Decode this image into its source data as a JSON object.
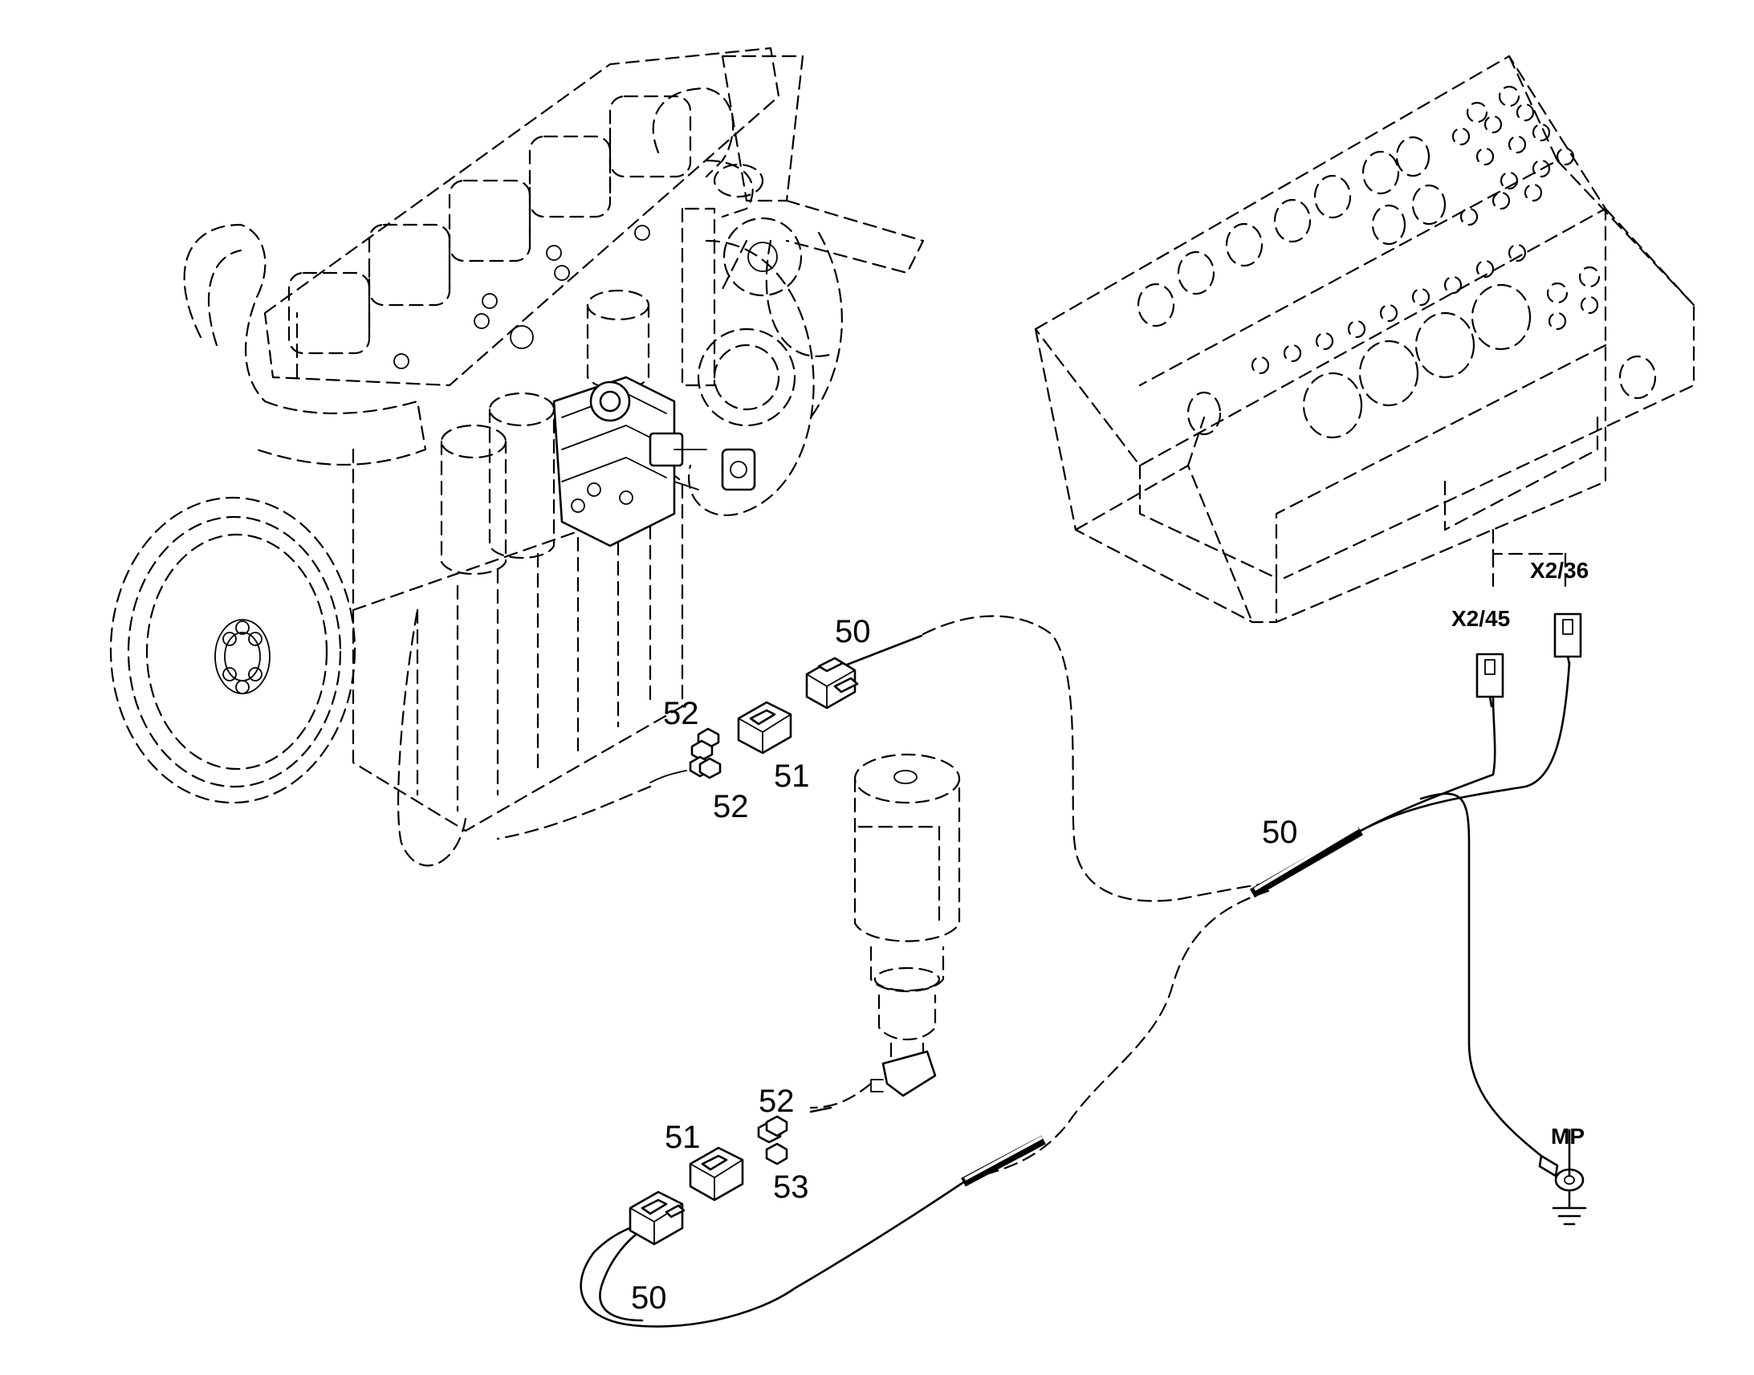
{
  "callouts": {
    "c50_top": "50",
    "c52_upper_a": "52",
    "c51_upper": "51",
    "c52_upper_b": "52",
    "c50_right": "50",
    "c52_lower": "52",
    "c51_lower": "51",
    "c53_lower": "53",
    "c50_bottom": "50"
  },
  "connector_tags": {
    "x2_45": "X2/45",
    "x2_36": "X2/36",
    "mp": "MP"
  }
}
